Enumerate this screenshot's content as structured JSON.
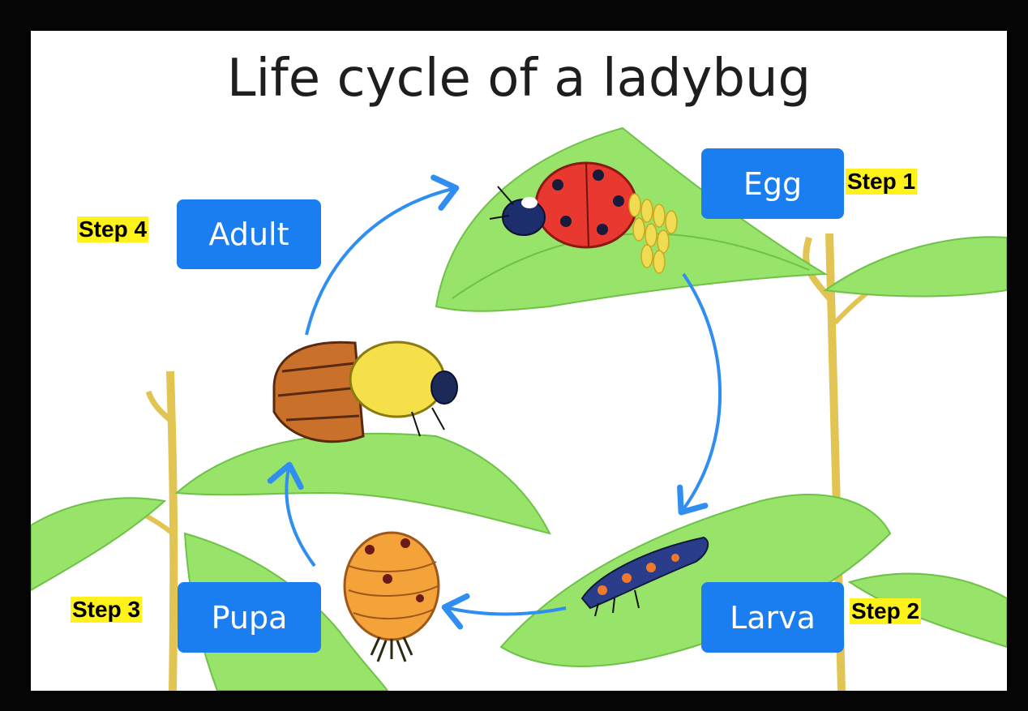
{
  "title": "Life cycle of a ladybug",
  "stages": [
    {
      "name": "Egg",
      "step": "Step 1"
    },
    {
      "name": "Larva",
      "step": "Step 2"
    },
    {
      "name": "Pupa",
      "step": "Step 3"
    },
    {
      "name": "Adult",
      "step": "Step 4"
    }
  ],
  "colors": {
    "stage_box": "#1a7df0",
    "step_highlight": "#fff21a",
    "arrow": "#2f8ef0",
    "leaf": "#8fe05a",
    "stem": "#e8c85a"
  }
}
